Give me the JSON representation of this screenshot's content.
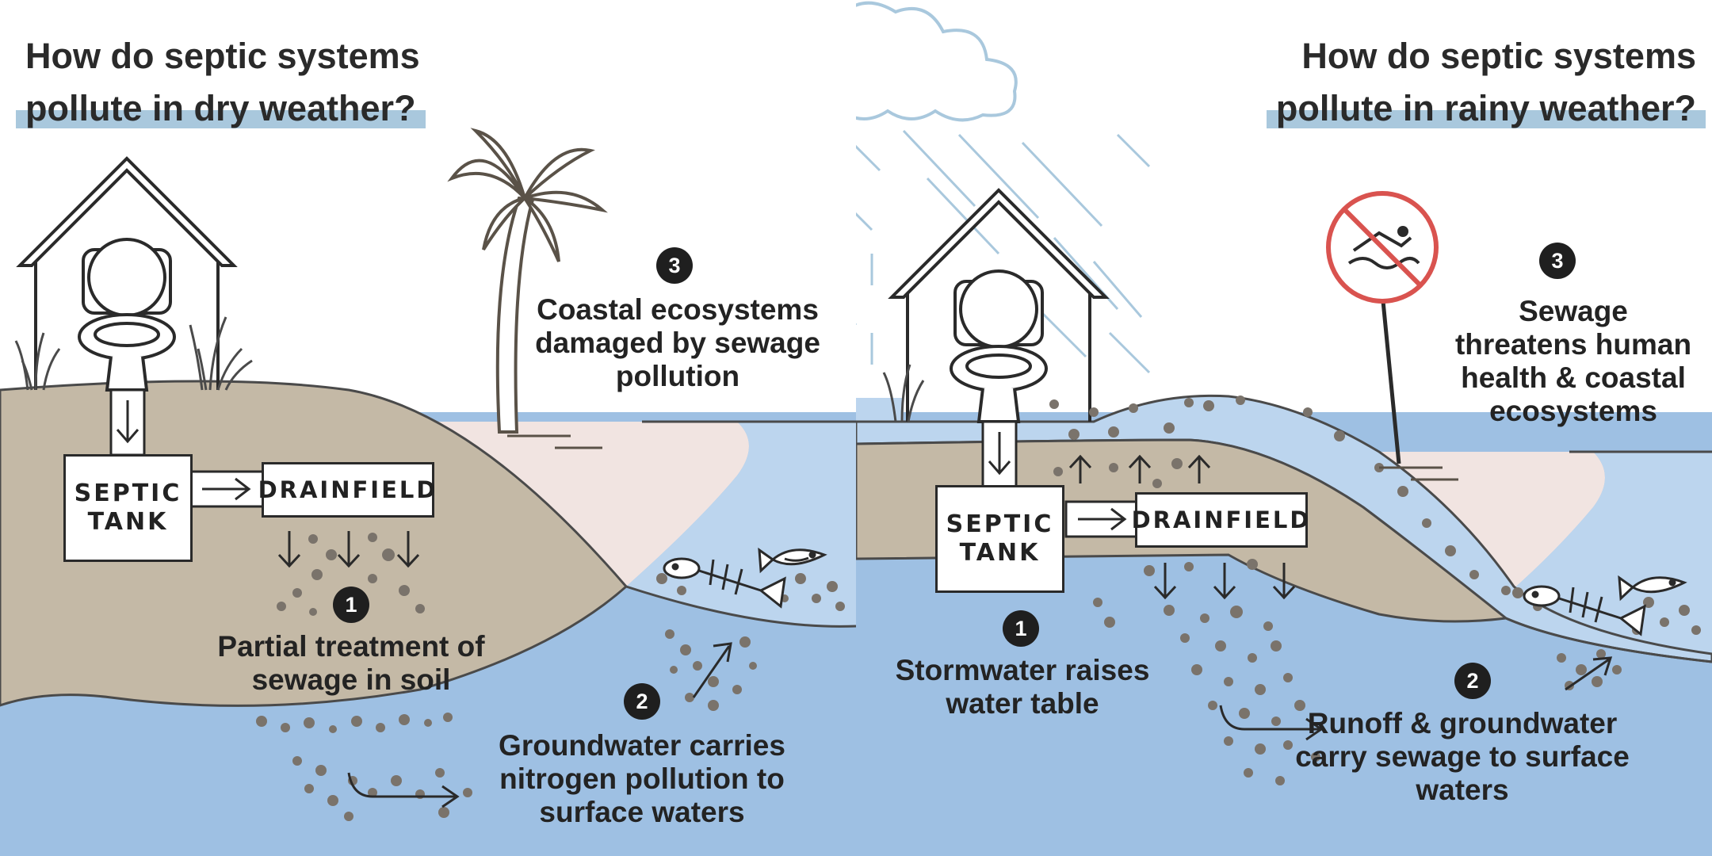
{
  "left": {
    "title_line1": "How do septic systems",
    "title_line2": "pollute in dry weather?",
    "septic_tank_line1": "SEPTIC",
    "septic_tank_line2": "TANK",
    "drainfield": "DRAINFIELD",
    "step1_num": "1",
    "step1_text": "Partial treatment of sewage in soil",
    "step2_num": "2",
    "step2_text": "Groundwater carries nitrogen pollution to surface waters",
    "step3_num": "3",
    "step3_text": "Coastal ecosystems damaged by sewage pollution"
  },
  "right": {
    "title_line1": "How do septic systems",
    "title_line2": "pollute in rainy weather?",
    "septic_tank_line1": "SEPTIC",
    "septic_tank_line2": "TANK",
    "drainfield": "DRAINFIELD",
    "step1_num": "1",
    "step1_text": "Stormwater raises water table",
    "step2_num": "2",
    "step2_text": "Runoff & groundwater carry sewage to surface waters",
    "step3_num": "3",
    "step3_text": "Sewage threatens human health & coastal ecosystems"
  },
  "icons": [
    "house-icon",
    "toilet-icon",
    "grass-icon",
    "palm-tree-icon",
    "fish-icon",
    "fish-skeleton-icon",
    "cloud-icon",
    "rain-icon",
    "no-swimming-sign-icon"
  ],
  "colors": {
    "soil": "#c4b9a6",
    "groundwater": "#9ec0e3",
    "sea": "#bcd5ee",
    "sand": "#f1e4e1",
    "title_highlight": "#a9c8dd",
    "outline": "#4a4a4a",
    "particles": "#7a736b",
    "sign_red": "#d9534f"
  }
}
